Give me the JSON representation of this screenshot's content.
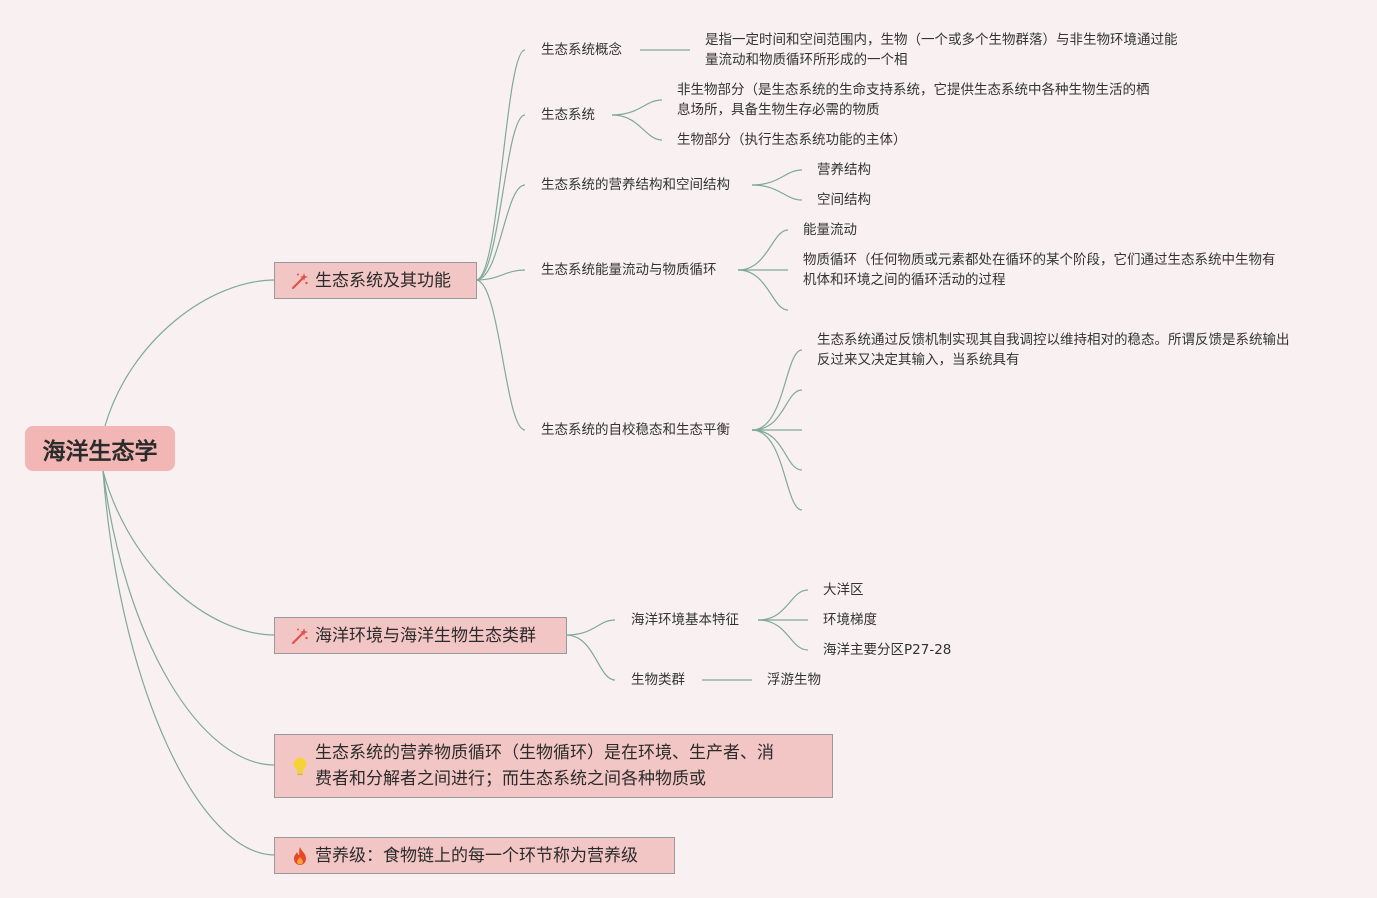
{
  "root": {
    "label": "海洋生态学"
  },
  "topics": [
    {
      "label": "生态系统及其功能",
      "icon": "magic-wand-icon",
      "children": [
        {
          "label": "生态系统概念",
          "children": [
            {
              "lines": [
                "是指一定时间和空间范围内，生物（一个或多个生物群落）与非生物环境通过能",
                "量流动和物质循环所形成的一个相"
              ]
            }
          ]
        },
        {
          "label": "生态系统",
          "children": [
            {
              "lines": [
                "非生物部分（是生态系统的生命支持系统，它提供生态系统中各种生物生活的栖",
                "息场所，具备生物生存必需的物质"
              ]
            },
            {
              "lines": [
                "生物部分（执行生态系统功能的主体）"
              ]
            }
          ]
        },
        {
          "label": "生态系统的营养结构和空间结构",
          "children": [
            {
              "lines": [
                "营养结构"
              ]
            },
            {
              "lines": [
                "空间结构"
              ]
            }
          ]
        },
        {
          "label": "生态系统能量流动与物质循环",
          "children": [
            {
              "lines": [
                "能量流动"
              ]
            },
            {
              "lines": [
                "物质循环（任何物质或元素都处在循环的某个阶段，它们通过生态系统中生物有",
                "机体和环境之间的循环活动的过程"
              ]
            }
          ]
        },
        {
          "label": "生态系统的自校稳态和生态平衡",
          "children": [
            {
              "lines": [
                "生态系统通过反馈机制实现其自我调控以维持相对的稳态。所谓反馈是系统输出",
                "反过来又决定其输入，当系统具有"
              ]
            }
          ]
        }
      ]
    },
    {
      "label": "海洋环境与海洋生物生态类群",
      "icon": "magic-wand-icon",
      "children": [
        {
          "label": "海洋环境基本特征",
          "children": [
            {
              "lines": [
                "大洋区"
              ]
            },
            {
              "lines": [
                "环境梯度"
              ]
            },
            {
              "lines": [
                "海洋主要分区P27-28"
              ]
            }
          ]
        },
        {
          "label": "生物类群",
          "children": [
            {
              "lines": [
                "浮游生物"
              ]
            }
          ]
        }
      ]
    },
    {
      "label": "生态系统的营养物质循环（生物循环）是在环境、生产者、消费者和分解者之间进行；而生态系统之间各种物质或",
      "lines": [
        "生态系统的营养物质循环（生物循环）是在环境、生产者、消",
        "费者和分解者之间进行；而生态系统之间各种物质或"
      ],
      "icon": "lightbulb-icon"
    },
    {
      "label": "营养级：食物链上的每一个环节称为营养级",
      "icon": "fire-icon"
    }
  ],
  "colors": {
    "background": "#f9f1f1",
    "line": "#7fa99a",
    "root_fill": "#f2b7b5",
    "topic_fill": "#f2c6c4",
    "wand": "#e0524a",
    "bulb": "#f3d23a",
    "fire": "#e84628"
  }
}
